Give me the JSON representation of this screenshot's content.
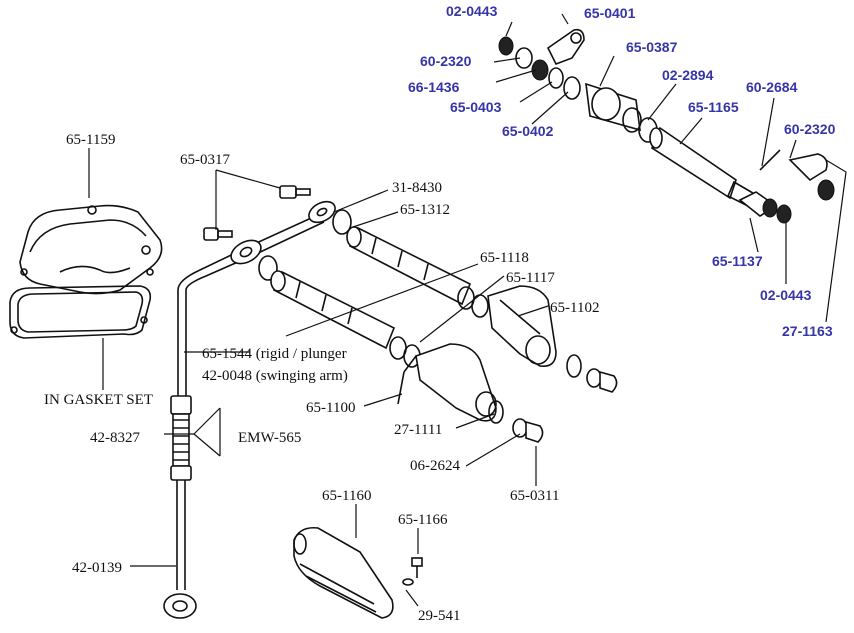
{
  "colors": {
    "blue_label": "#3535a8",
    "black_label": "#111111"
  },
  "labels_black": {
    "p65_1159": "65-1159",
    "gasket": "IN GASKET SET",
    "p65_0317": "65-0317",
    "p31_8430": "31-8430",
    "p65_1312": "65-1312",
    "p65_1118": "65-1118",
    "p65_1117": "65-1117",
    "p65_1102": "65-1102",
    "p65_1544": "65-1544 (rigid / plunger",
    "p42_0048": "42-0048 (swinging arm)",
    "p65_1100": "65-1100",
    "p42_8327": "42-8327",
    "emw_565": "EMW-565",
    "p27_1111": "27-1111",
    "p06_2624": "06-2624",
    "p65_0311": "65-0311",
    "p65_1160": "65-1160",
    "p65_1166": "65-1166",
    "p42_0139": "42-0139",
    "p29_541": "29-541"
  },
  "labels_blue": {
    "p02_0443_top": "02-0443",
    "p65_0401": "65-0401",
    "p60_2320_left": "60-2320",
    "p65_0387": "65-0387",
    "p66_1436": "66-1436",
    "p02_2894": "02-2894",
    "p65_0403": "65-0403",
    "p60_2684": "60-2684",
    "p65_1165": "65-1165",
    "p65_0402": "65-0402",
    "p60_2320_right": "60-2320",
    "p65_1137": "65-1137",
    "p02_0443_bottom": "02-0443",
    "p27_1163": "27-1163"
  }
}
